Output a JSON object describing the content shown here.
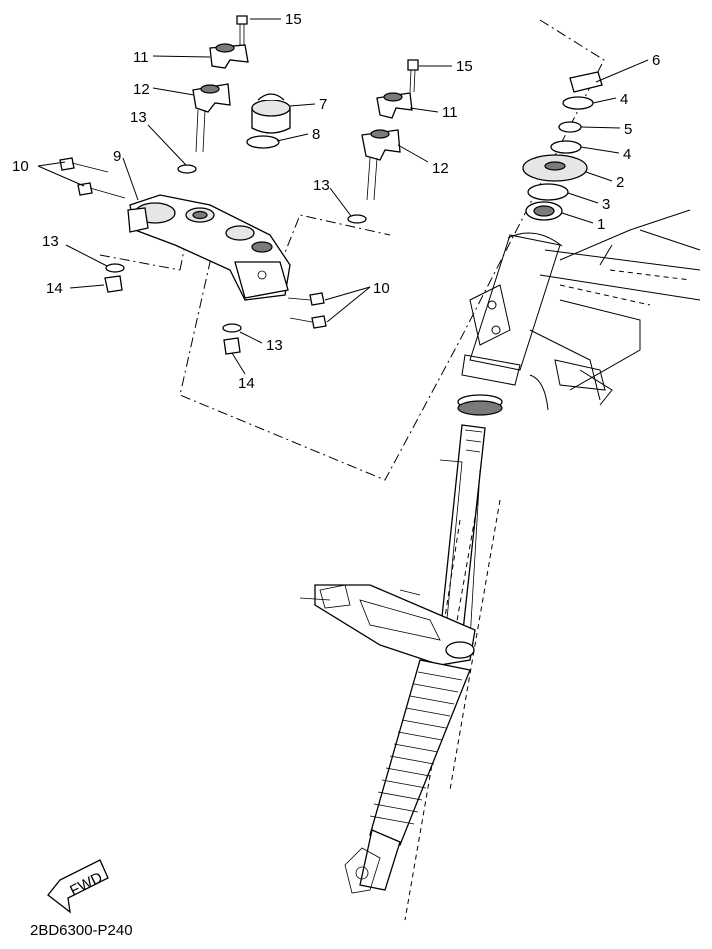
{
  "drawing_code": "2BD6300-P240",
  "fwd_label": "FWD",
  "callouts": {
    "c1": "1",
    "c2": "2",
    "c3": "3",
    "c4a": "4",
    "c4b": "4",
    "c5": "5",
    "c6": "6",
    "c7": "7",
    "c8": "8",
    "c9": "9",
    "c10a": "10",
    "c10b": "10",
    "c11a": "11",
    "c11b": "11",
    "c12a": "12",
    "c12b": "12",
    "c13a": "13",
    "c13b": "13",
    "c13c": "13",
    "c13d": "13",
    "c14a": "14",
    "c14b": "14",
    "c15a": "15",
    "c15b": "15"
  }
}
